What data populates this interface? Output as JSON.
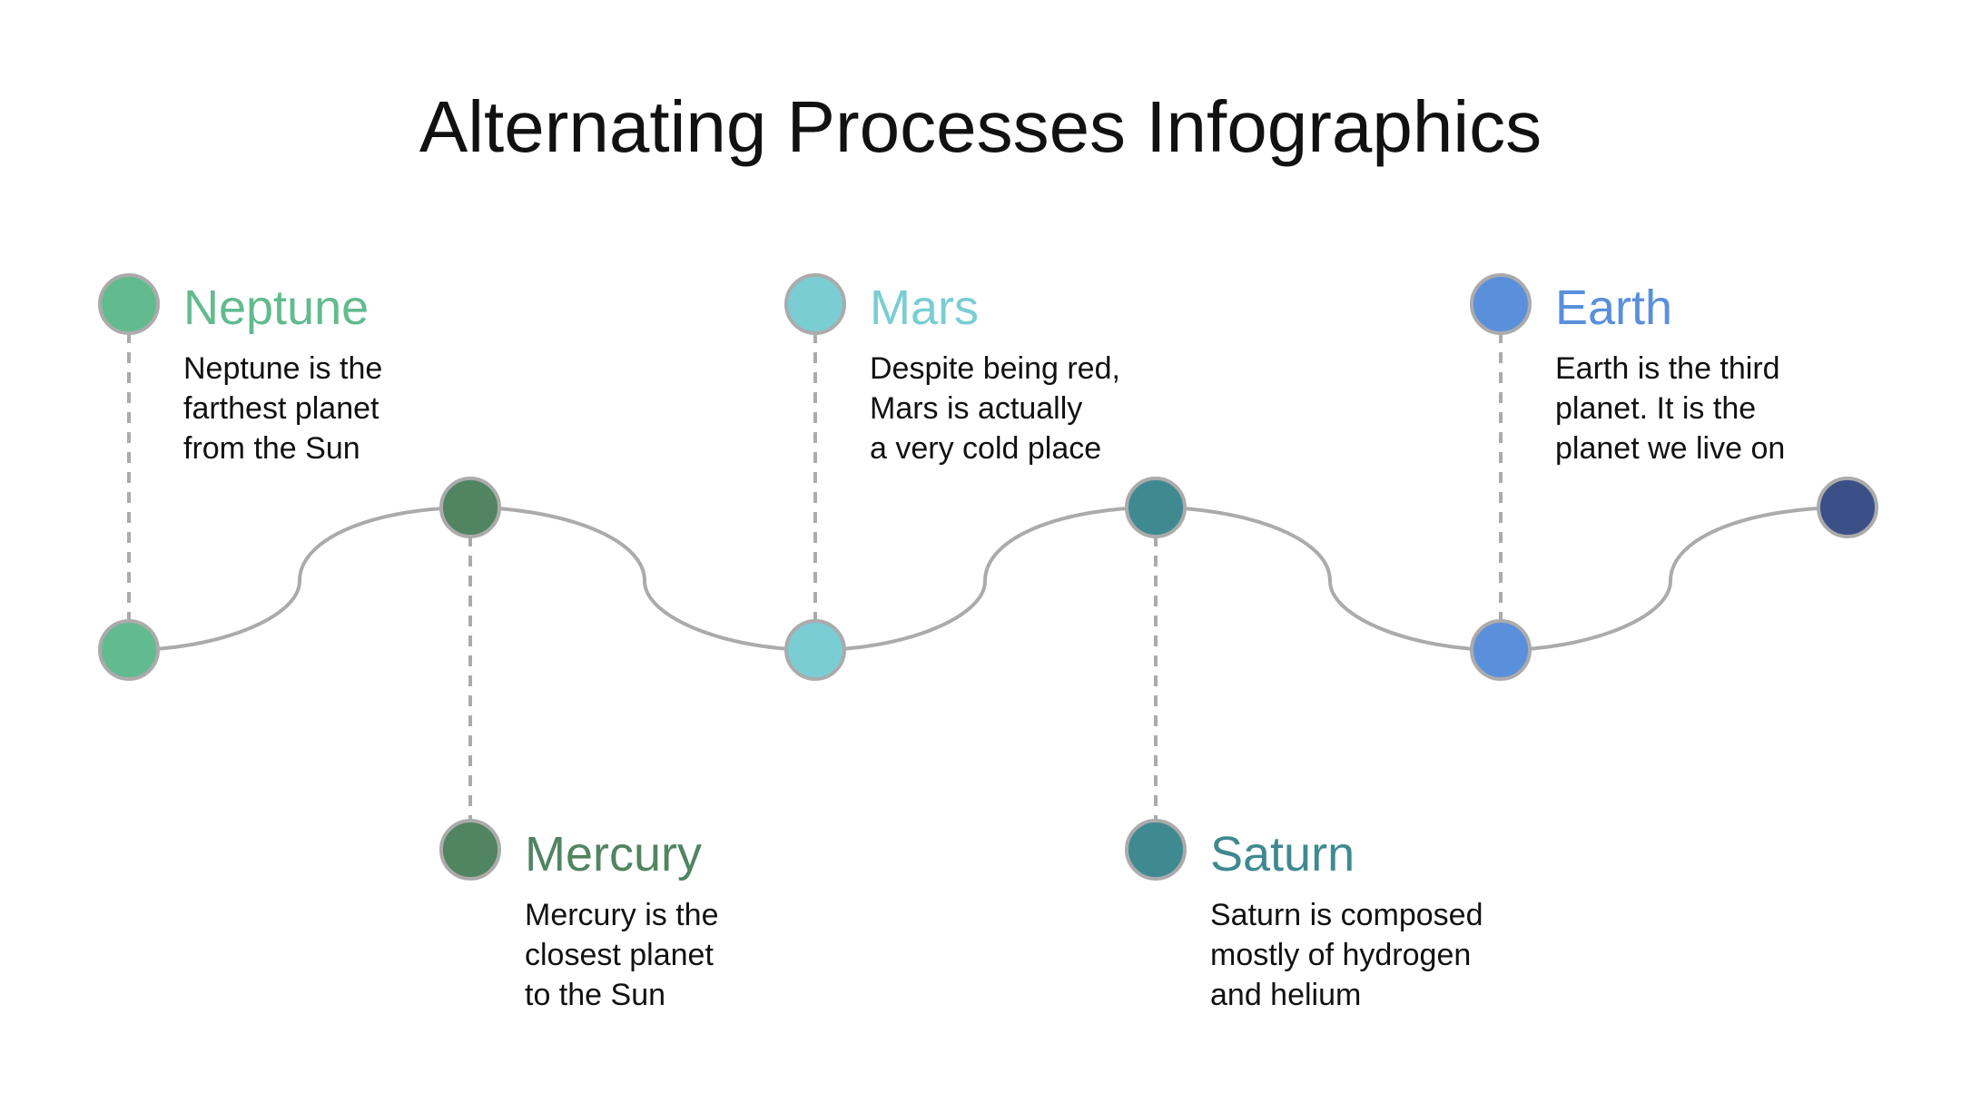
{
  "title": "Alternating Processes Infographics",
  "colors": {
    "line": "#ababab",
    "node_stroke": "#ababab",
    "text": "#111111"
  },
  "steps": [
    {
      "heading": "Neptune",
      "color": "#62bb8f",
      "position": "top",
      "lines": [
        "Neptune is the",
        "farthest planet",
        "from the Sun"
      ]
    },
    {
      "heading": "Mercury",
      "color": "#518460",
      "position": "bottom",
      "lines": [
        "Mercury is the",
        "closest planet",
        "to the Sun"
      ]
    },
    {
      "heading": "Mars",
      "color": "#7acdd2",
      "position": "top",
      "lines": [
        "Despite being red,",
        "Mars is actually",
        "a very cold place"
      ]
    },
    {
      "heading": "Saturn",
      "color": "#3f8a90",
      "position": "bottom",
      "lines": [
        "Saturn is composed",
        "mostly of hydrogen",
        "and helium"
      ]
    },
    {
      "heading": "Earth",
      "color": "#5a8fdb",
      "position": "top",
      "lines": [
        "Earth is the third",
        "planet. It is the",
        "planet we live on"
      ]
    }
  ],
  "end_node": {
    "color": "#3a5087"
  }
}
